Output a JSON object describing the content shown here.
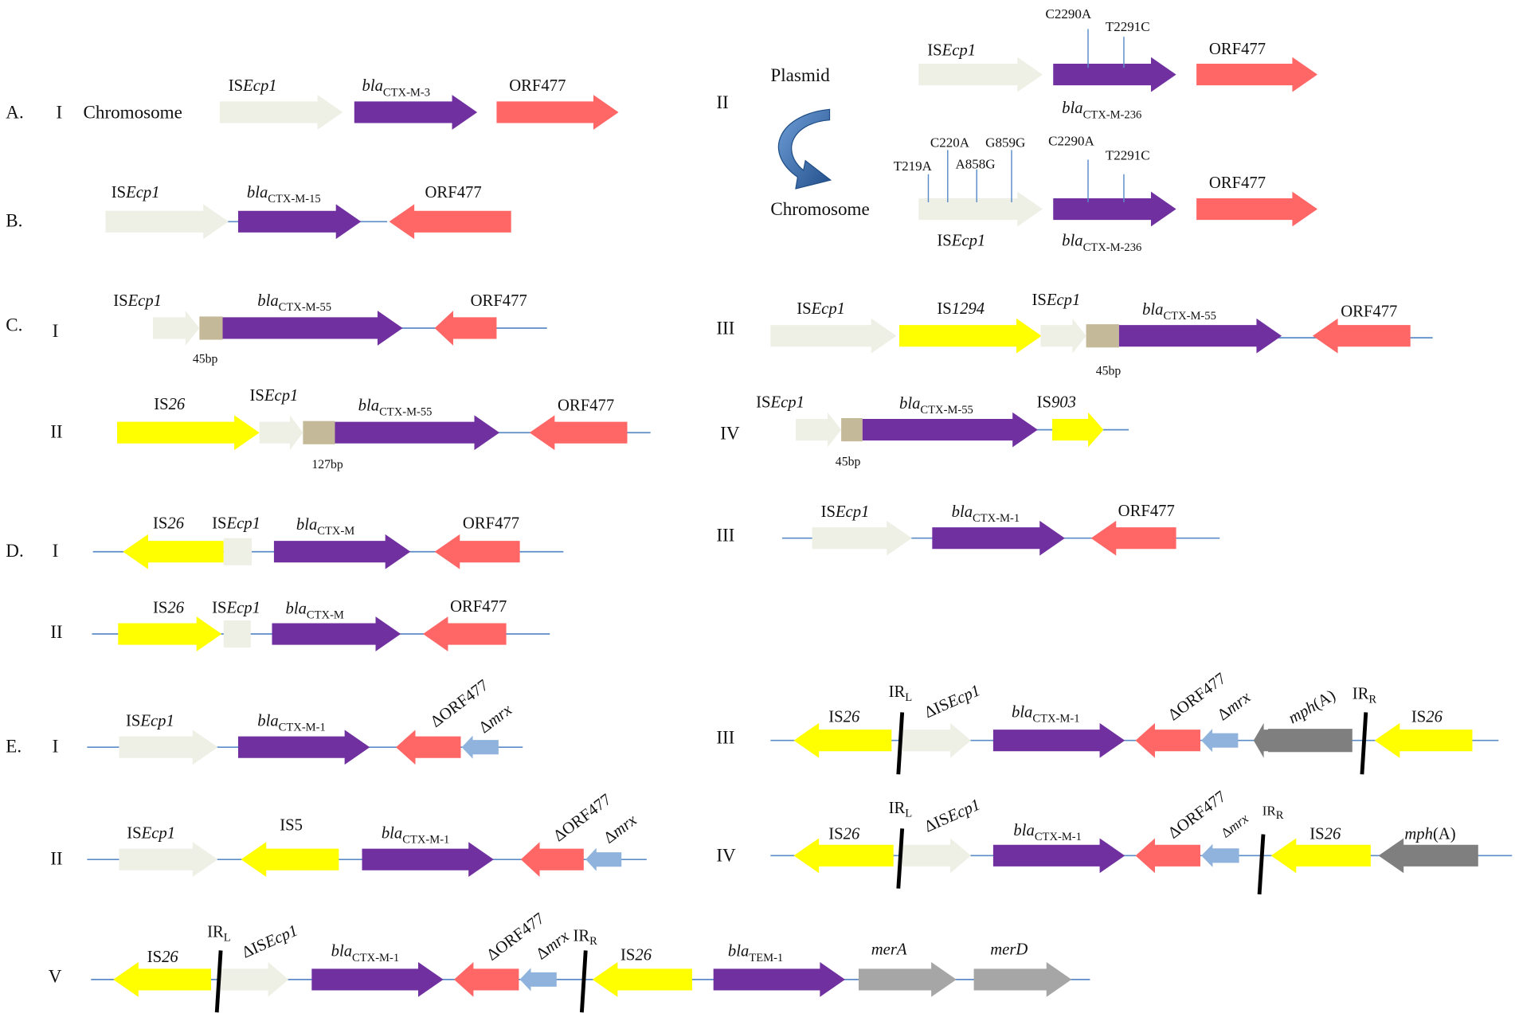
{
  "colors": {
    "isecp1": "#eeefe5",
    "bla": "#7030a0",
    "orf477": "#ff6666",
    "is26": "#ffff00",
    "spacer": "#c4b998",
    "mrx": "#8fb3dc",
    "mph": "#7f7f7f",
    "mer": "#a6a6a6",
    "line": "#5b8cc8",
    "plasmid_arrow": "#2e5d9a"
  },
  "sections": [
    {
      "id": "A",
      "letter": "A.",
      "roman": "I",
      "tag": "Chromosome"
    },
    {
      "id": "A2",
      "roman": "II",
      "plasmid": "Plasmid",
      "chromosome": "Chromosome"
    },
    {
      "id": "B",
      "letter": "B."
    },
    {
      "id": "C1",
      "letter": "C.",
      "roman": "I"
    },
    {
      "id": "C2",
      "roman": "II"
    },
    {
      "id": "C3",
      "roman": "III"
    },
    {
      "id": "C4",
      "roman": "IV"
    },
    {
      "id": "D1",
      "letter": "D.",
      "roman": "I"
    },
    {
      "id": "D2",
      "roman": "II"
    },
    {
      "id": "D3",
      "roman": "III"
    },
    {
      "id": "E1",
      "letter": "E.",
      "roman": "I"
    },
    {
      "id": "E2",
      "roman": "II"
    },
    {
      "id": "E3",
      "roman": "III"
    },
    {
      "id": "E4",
      "roman": "IV"
    },
    {
      "id": "E5",
      "roman": "V"
    }
  ],
  "labels": {
    "isecp1": {
      "pre": "IS",
      "it": "Ecp1"
    },
    "disecp1": {
      "pre": "ΔIS",
      "it": "Ecp1"
    },
    "is26": {
      "pre": "IS",
      "it": "26"
    },
    "is1294": {
      "pre": "IS",
      "it": "1294"
    },
    "is903": {
      "pre": "IS",
      "it": "903"
    },
    "is5": "IS5",
    "orf477": "ORF477",
    "dorf477": "ΔORF477",
    "dmrx": {
      "pre": "Δ",
      "it": "mrx"
    },
    "mph": {
      "it": "mph",
      "post": "(A)"
    },
    "mera": "merA",
    "merd": "merD",
    "bla_it": "bla",
    "ctx_m3": "CTX-M-3",
    "ctx_m15": "CTX-M-15",
    "ctx_m55": "CTX-M-55",
    "ctx_m236": "CTX-M-236",
    "ctx_m": "CTX-M",
    "ctx_m1": "CTX-M-1",
    "tem1": "TEM-1",
    "irl": {
      "pre": "IR",
      "sub": "L"
    },
    "irr": {
      "pre": "IR",
      "sub": "R"
    },
    "bp45": "45bp",
    "bp127": "127bp"
  },
  "mutations": {
    "bla": [
      "C2290A",
      "T2291C"
    ],
    "isecp1": [
      "T219A",
      "C220A",
      "A858G",
      "G859G"
    ]
  }
}
